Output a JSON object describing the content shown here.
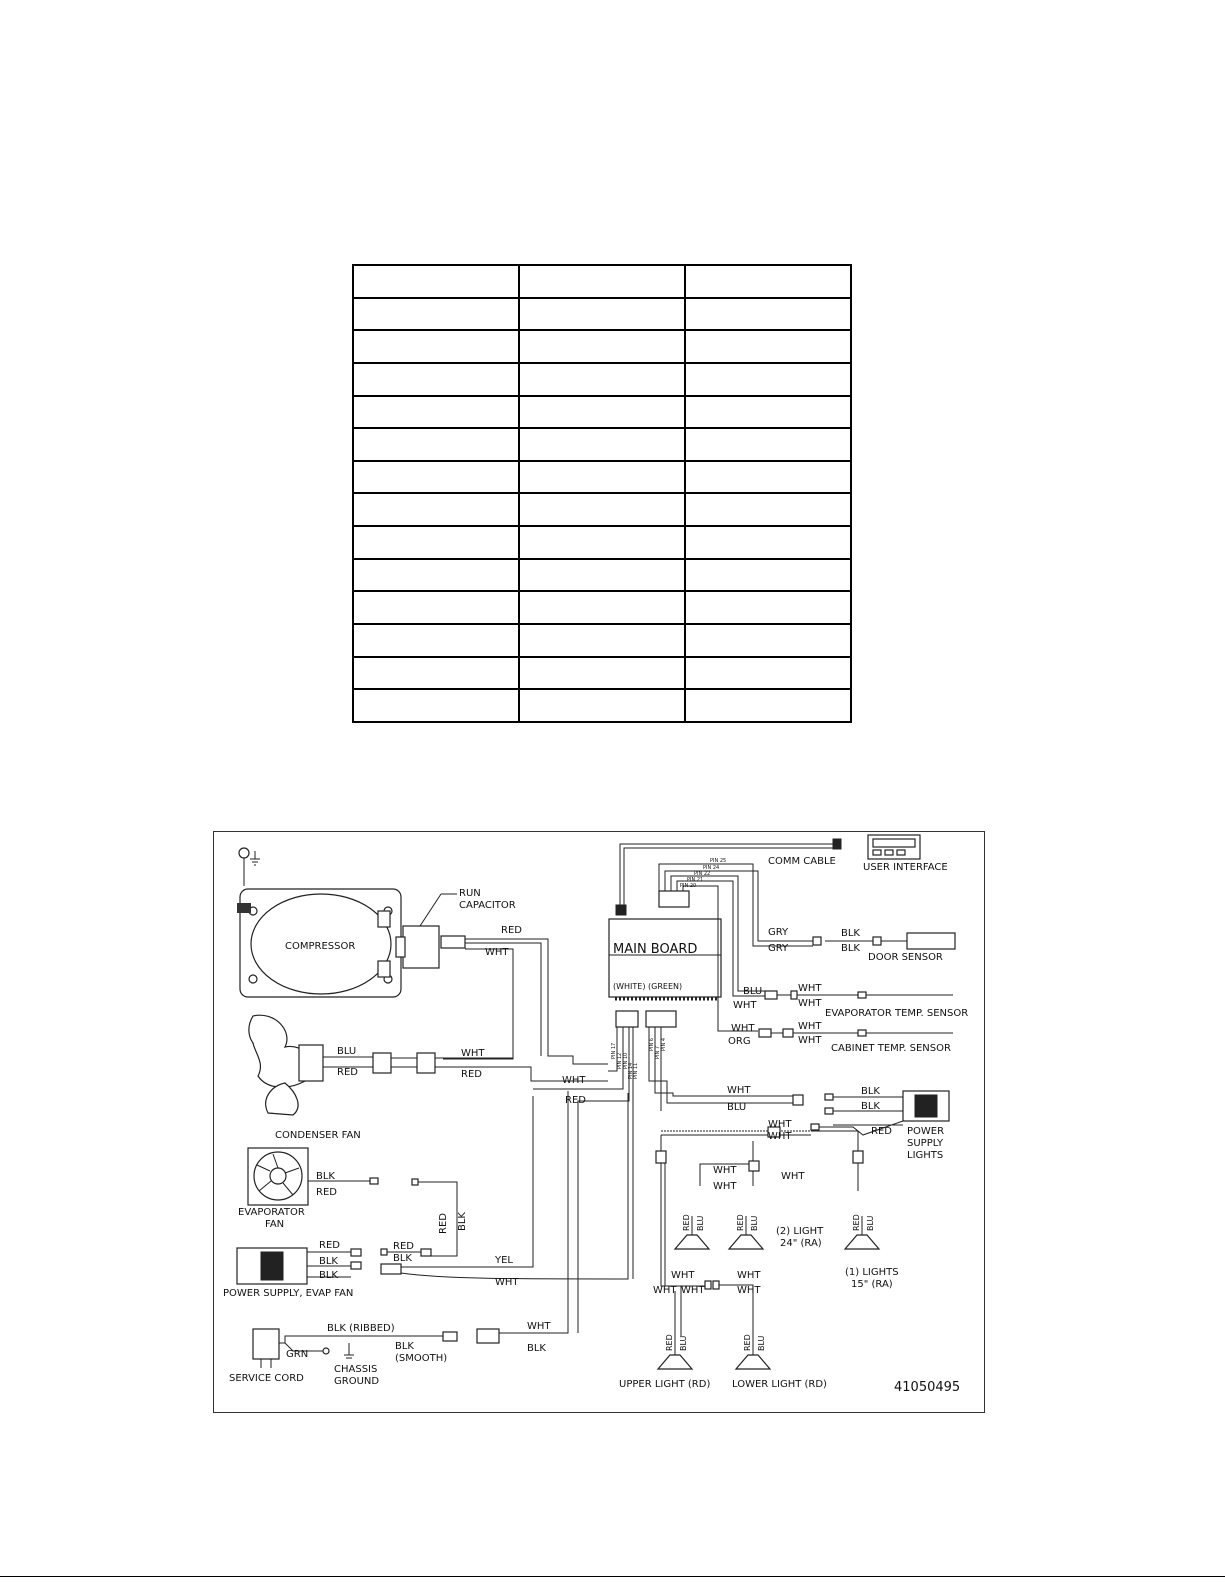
{
  "table": {
    "rows": 14,
    "cols": 3
  },
  "diagram": {
    "components": {
      "compressor": "COMPRESSOR",
      "run_capacitor_1": "RUN",
      "run_capacitor_2": "CAPACITOR",
      "condenser_fan": "CONDENSER FAN",
      "evaporator_fan_1": "EVAPORATOR",
      "evaporator_fan_2": "FAN",
      "power_supply_evap_fan": "POWER SUPPLY, EVAP FAN",
      "service_cord": "SERVICE CORD",
      "chassis_ground_1": "CHASSIS",
      "chassis_ground_2": "GROUND",
      "comm_cable": "COMM CABLE",
      "user_interface": "USER INTERFACE",
      "main_board": "MAIN BOARD",
      "main_board_sub": "(WHITE) (GREEN)",
      "door_sensor": "DOOR SENSOR",
      "evaporator_temp_sensor": "EVAPORATOR TEMP. SENSOR",
      "cabinet_temp_sensor": "CABINET TEMP. SENSOR",
      "power_supply_lights_1": "POWER",
      "power_supply_lights_2": "SUPPLY",
      "power_supply_lights_3": "LIGHTS",
      "light_24_1": "(2) LIGHT",
      "light_24_2": "24\" (RA)",
      "light_15_1": "(1) LIGHTS",
      "light_15_2": "15\" (RA)",
      "upper_light": "UPPER LIGHT (RD)",
      "lower_light": "LOWER LIGHT (RD)"
    },
    "wires": {
      "red": "RED",
      "wht": "WHT",
      "blu": "BLU",
      "blk": "BLK",
      "gry": "GRY",
      "org": "ORG",
      "yel": "YEL",
      "grn": "GRN",
      "blk_ribbed": "BLK (RIBBED)",
      "blk_smooth_1": "BLK",
      "blk_smooth_2": "(SMOOTH)"
    },
    "pins_top": [
      "PIN 25",
      "PIN 24",
      "PIN 22",
      "PIN 21",
      "PIN 20"
    ],
    "pins_bottom": [
      "PIN 17",
      "PIN 12",
      "PIN 10",
      "PIN 14",
      "PIN 11",
      "PIN 6",
      "PIN 7",
      "PIN 4"
    ],
    "part_number": "41050495"
  }
}
